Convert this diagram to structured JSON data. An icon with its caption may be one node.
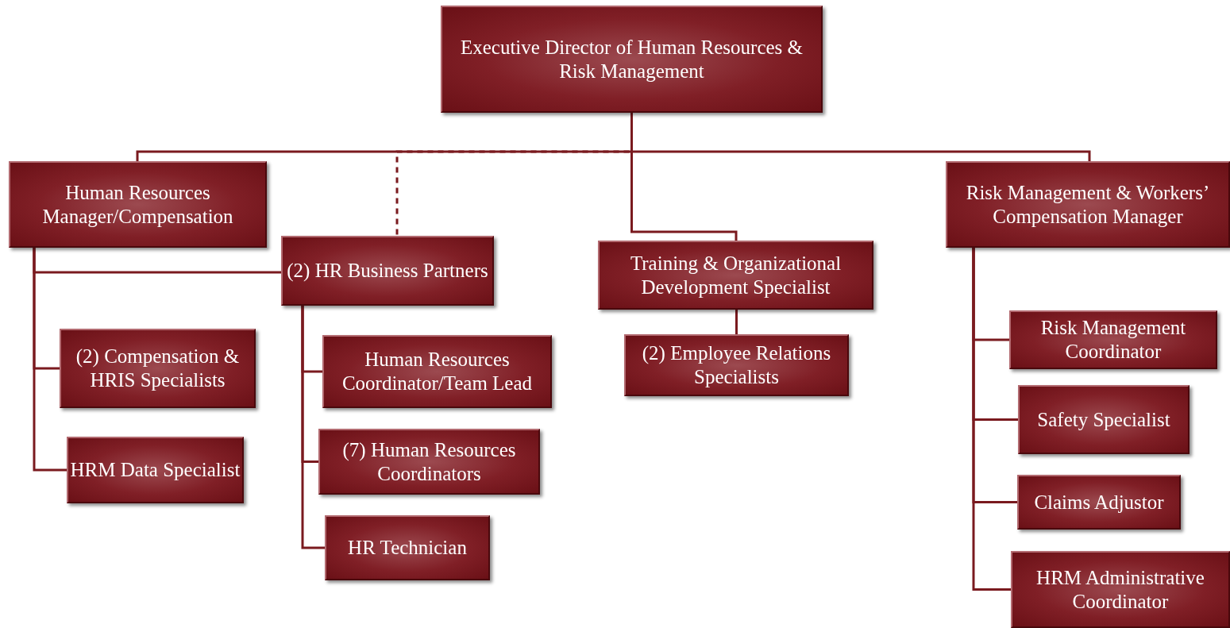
{
  "diagram": {
    "nodes": [
      {
        "text": [
          "Executive Director of Human Resources & Risk Management"
        ]
      },
      {
        "text": [
          "Human Resources Manager/Compensation"
        ]
      },
      {
        "text": [
          "(2) HR Business Partners"
        ]
      },
      {
        "text": [
          "Training & Organizational Development Specialist"
        ]
      },
      {
        "text": [
          "Risk Management & Workers’ Compensation Manager"
        ]
      },
      {
        "text": [
          "(2) Compensation & HRIS Specialists"
        ]
      },
      {
        "text": [
          "HRM Data Specialist"
        ]
      },
      {
        "text": [
          "Human Resources Coordinator/Team Lead"
        ]
      },
      {
        "text": [
          "(7) Human Resources Coordinators"
        ]
      },
      {
        "text": [
          "HR Technician"
        ]
      },
      {
        "text": [
          "(2) Employee Relations Specialists"
        ]
      },
      {
        "text": [
          "Risk Management Coordinator"
        ]
      },
      {
        "text": [
          "Safety Specialist"
        ]
      },
      {
        "text": [
          "Claims Adjustor"
        ]
      },
      {
        "text": [
          "HRM Administrative Coordinator"
        ]
      }
    ],
    "edges": [
      {
        "from": 0,
        "to": 1,
        "arrow": "none"
      },
      {
        "from": 0,
        "to": 2,
        "arrow": "none",
        "style": "dashed"
      },
      {
        "from": 0,
        "to": 3,
        "arrow": "none"
      },
      {
        "from": 0,
        "to": 4,
        "arrow": "none"
      },
      {
        "from": 1,
        "to": 2,
        "arrow": "none"
      },
      {
        "from": 1,
        "to": 5,
        "arrow": "none"
      },
      {
        "from": 1,
        "to": 6,
        "arrow": "none"
      },
      {
        "from": 2,
        "to": 7,
        "arrow": "none"
      },
      {
        "from": 2,
        "to": 8,
        "arrow": "none"
      },
      {
        "from": 2,
        "to": 9,
        "arrow": "none"
      },
      {
        "from": 3,
        "to": 10,
        "arrow": "none"
      },
      {
        "from": 4,
        "to": 11,
        "arrow": "none"
      },
      {
        "from": 4,
        "to": 12,
        "arrow": "none"
      },
      {
        "from": 4,
        "to": 13,
        "arrow": "none"
      },
      {
        "from": 4,
        "to": 14,
        "arrow": "none"
      }
    ]
  }
}
